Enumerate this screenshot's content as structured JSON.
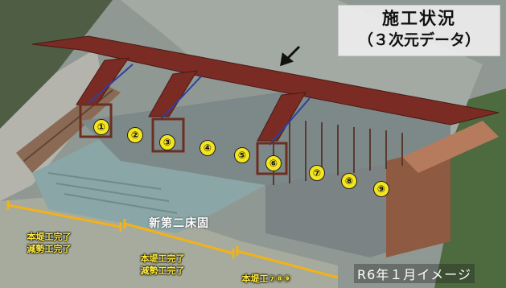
{
  "title": {
    "line1": "施工状況",
    "line2": "（３次元データ）"
  },
  "markers": [
    "①",
    "②",
    "③",
    "④",
    "⑤",
    "⑥",
    "⑦",
    "⑧",
    "⑨"
  ],
  "labels": {
    "bed": "新第二床固",
    "status_left_1": "本堤工完了",
    "status_left_2": "減勢工完了",
    "status_mid_1": "本堤工完了",
    "status_mid_2": "減勢工完了",
    "status_right": "本堤工⑦⑧⑨",
    "date": "R6年１月イメージ"
  },
  "colors": {
    "roof": "#7a2b23",
    "highlight_line": "#f2b21a",
    "marker": "#f4e51f",
    "label_text": "#ffea3c"
  }
}
